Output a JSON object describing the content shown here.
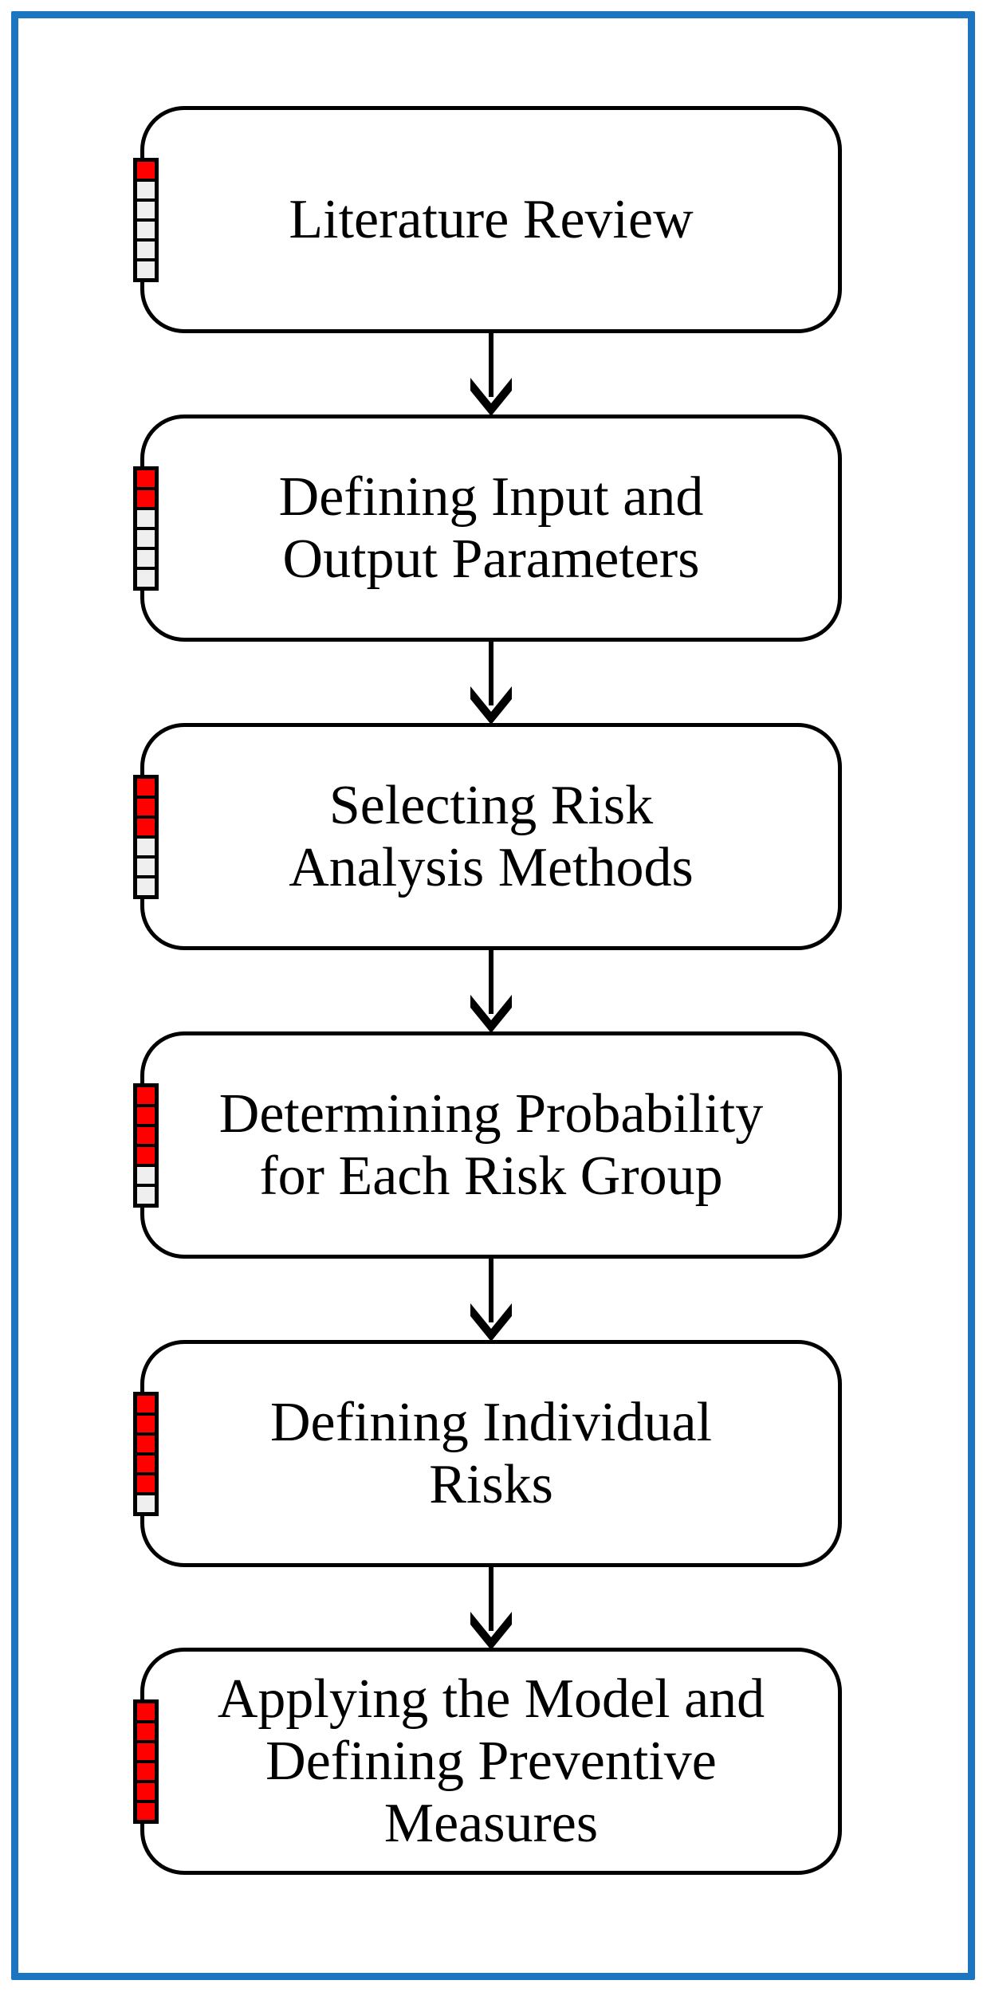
{
  "flowchart": {
    "steps": [
      {
        "text": "Literature Review",
        "progress_filled": 1,
        "progress_total": 6
      },
      {
        "text": "Defining Input and\nOutput Parameters",
        "progress_filled": 2,
        "progress_total": 6
      },
      {
        "text": "Selecting Risk\nAnalysis Methods",
        "progress_filled": 3,
        "progress_total": 6
      },
      {
        "text": "Determining Probability\nfor Each Risk Group",
        "progress_filled": 4,
        "progress_total": 6
      },
      {
        "text": "Defining Individual\nRisks",
        "progress_filled": 5,
        "progress_total": 6
      },
      {
        "text": "Applying the Model and\nDefining Preventive\nMeasures",
        "progress_filled": 6,
        "progress_total": 6
      }
    ],
    "colors": {
      "frame_border": "#1B75C0",
      "box_border": "#000000",
      "box_fill": "#FFFFFF",
      "text": "#000000",
      "progress_filled": "#FF0000",
      "progress_empty": "#EFEFEF",
      "arrow": "#000000"
    }
  }
}
